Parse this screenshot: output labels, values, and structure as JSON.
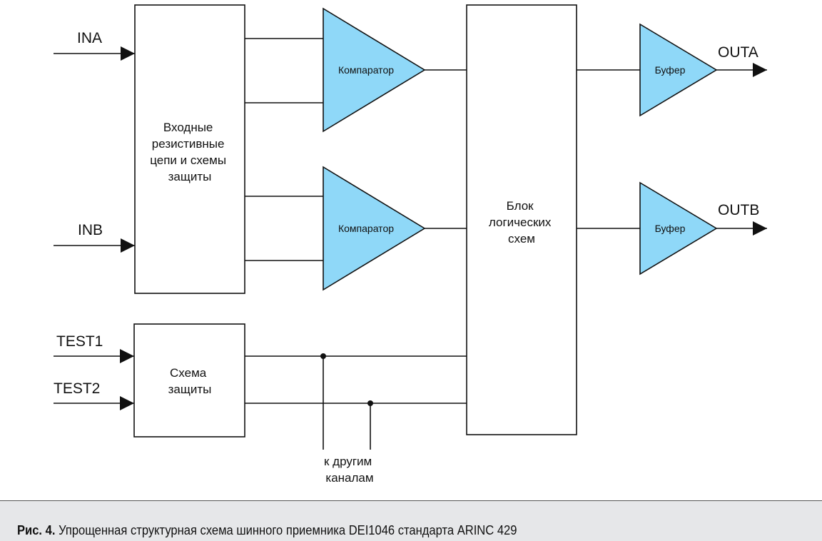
{
  "diagram": {
    "inputs": {
      "ina": "INA",
      "inb": "INB",
      "test1": "TEST1",
      "test2": "TEST2"
    },
    "outputs": {
      "outa": "OUTA",
      "outb": "OUTB"
    },
    "input_block": [
      "Входные",
      "резистивные",
      "цепи и схемы",
      "защиты"
    ],
    "protection_block": [
      "Схема",
      "защиты"
    ],
    "logic_block": [
      "Блок",
      "логических",
      "схем"
    ],
    "comparator_label": "Компаратор",
    "buffer_label": "Буфер",
    "other_channels": [
      "к другим",
      "каналам"
    ],
    "colors": {
      "triangle_fill": "#8fd8f8",
      "line": "#111111"
    }
  },
  "caption": {
    "label": "Рис. 4.",
    "text": "Упрощенная структурная схема шинного приемника DEI1046 стандарта ARINC 429"
  }
}
